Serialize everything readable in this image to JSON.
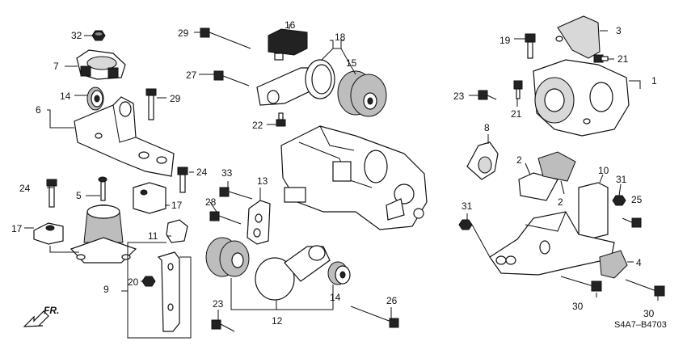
{
  "diagram_code": "S4A7–B4703",
  "direction": {
    "label": "FR."
  },
  "callouts": [
    {
      "key": "c32",
      "text": "32"
    },
    {
      "key": "c7",
      "text": "7"
    },
    {
      "key": "c14a",
      "text": "14"
    },
    {
      "key": "c29a",
      "text": "29"
    },
    {
      "key": "c6",
      "text": "6"
    },
    {
      "key": "c24a",
      "text": "24"
    },
    {
      "key": "c24b",
      "text": "24"
    },
    {
      "key": "c5",
      "text": "5"
    },
    {
      "key": "c17a",
      "text": "17"
    },
    {
      "key": "c17b",
      "text": "17"
    },
    {
      "key": "c11",
      "text": "11"
    },
    {
      "key": "c20",
      "text": "20"
    },
    {
      "key": "c9",
      "text": "9"
    },
    {
      "key": "c29b",
      "text": "29"
    },
    {
      "key": "c16",
      "text": "16"
    },
    {
      "key": "c18",
      "text": "18"
    },
    {
      "key": "c15",
      "text": "15"
    },
    {
      "key": "c27",
      "text": "27"
    },
    {
      "key": "c22",
      "text": "22"
    },
    {
      "key": "c33",
      "text": "33"
    },
    {
      "key": "c13",
      "text": "13"
    },
    {
      "key": "c28",
      "text": "28"
    },
    {
      "key": "c23a",
      "text": "23"
    },
    {
      "key": "c12",
      "text": "12"
    },
    {
      "key": "c14b",
      "text": "14"
    },
    {
      "key": "c26",
      "text": "26"
    },
    {
      "key": "c19",
      "text": "19"
    },
    {
      "key": "c3",
      "text": "3"
    },
    {
      "key": "c21a",
      "text": "21"
    },
    {
      "key": "c1",
      "text": "1"
    },
    {
      "key": "c23b",
      "text": "23"
    },
    {
      "key": "c21b",
      "text": "21"
    },
    {
      "key": "c8",
      "text": "8"
    },
    {
      "key": "c2a",
      "text": "2"
    },
    {
      "key": "c2b",
      "text": "2"
    },
    {
      "key": "c10",
      "text": "10"
    },
    {
      "key": "c31a",
      "text": "31"
    },
    {
      "key": "c25",
      "text": "25"
    },
    {
      "key": "c31b",
      "text": "31"
    },
    {
      "key": "c4",
      "text": "4"
    },
    {
      "key": "c30a",
      "text": "30"
    },
    {
      "key": "c30b",
      "text": "30"
    }
  ]
}
